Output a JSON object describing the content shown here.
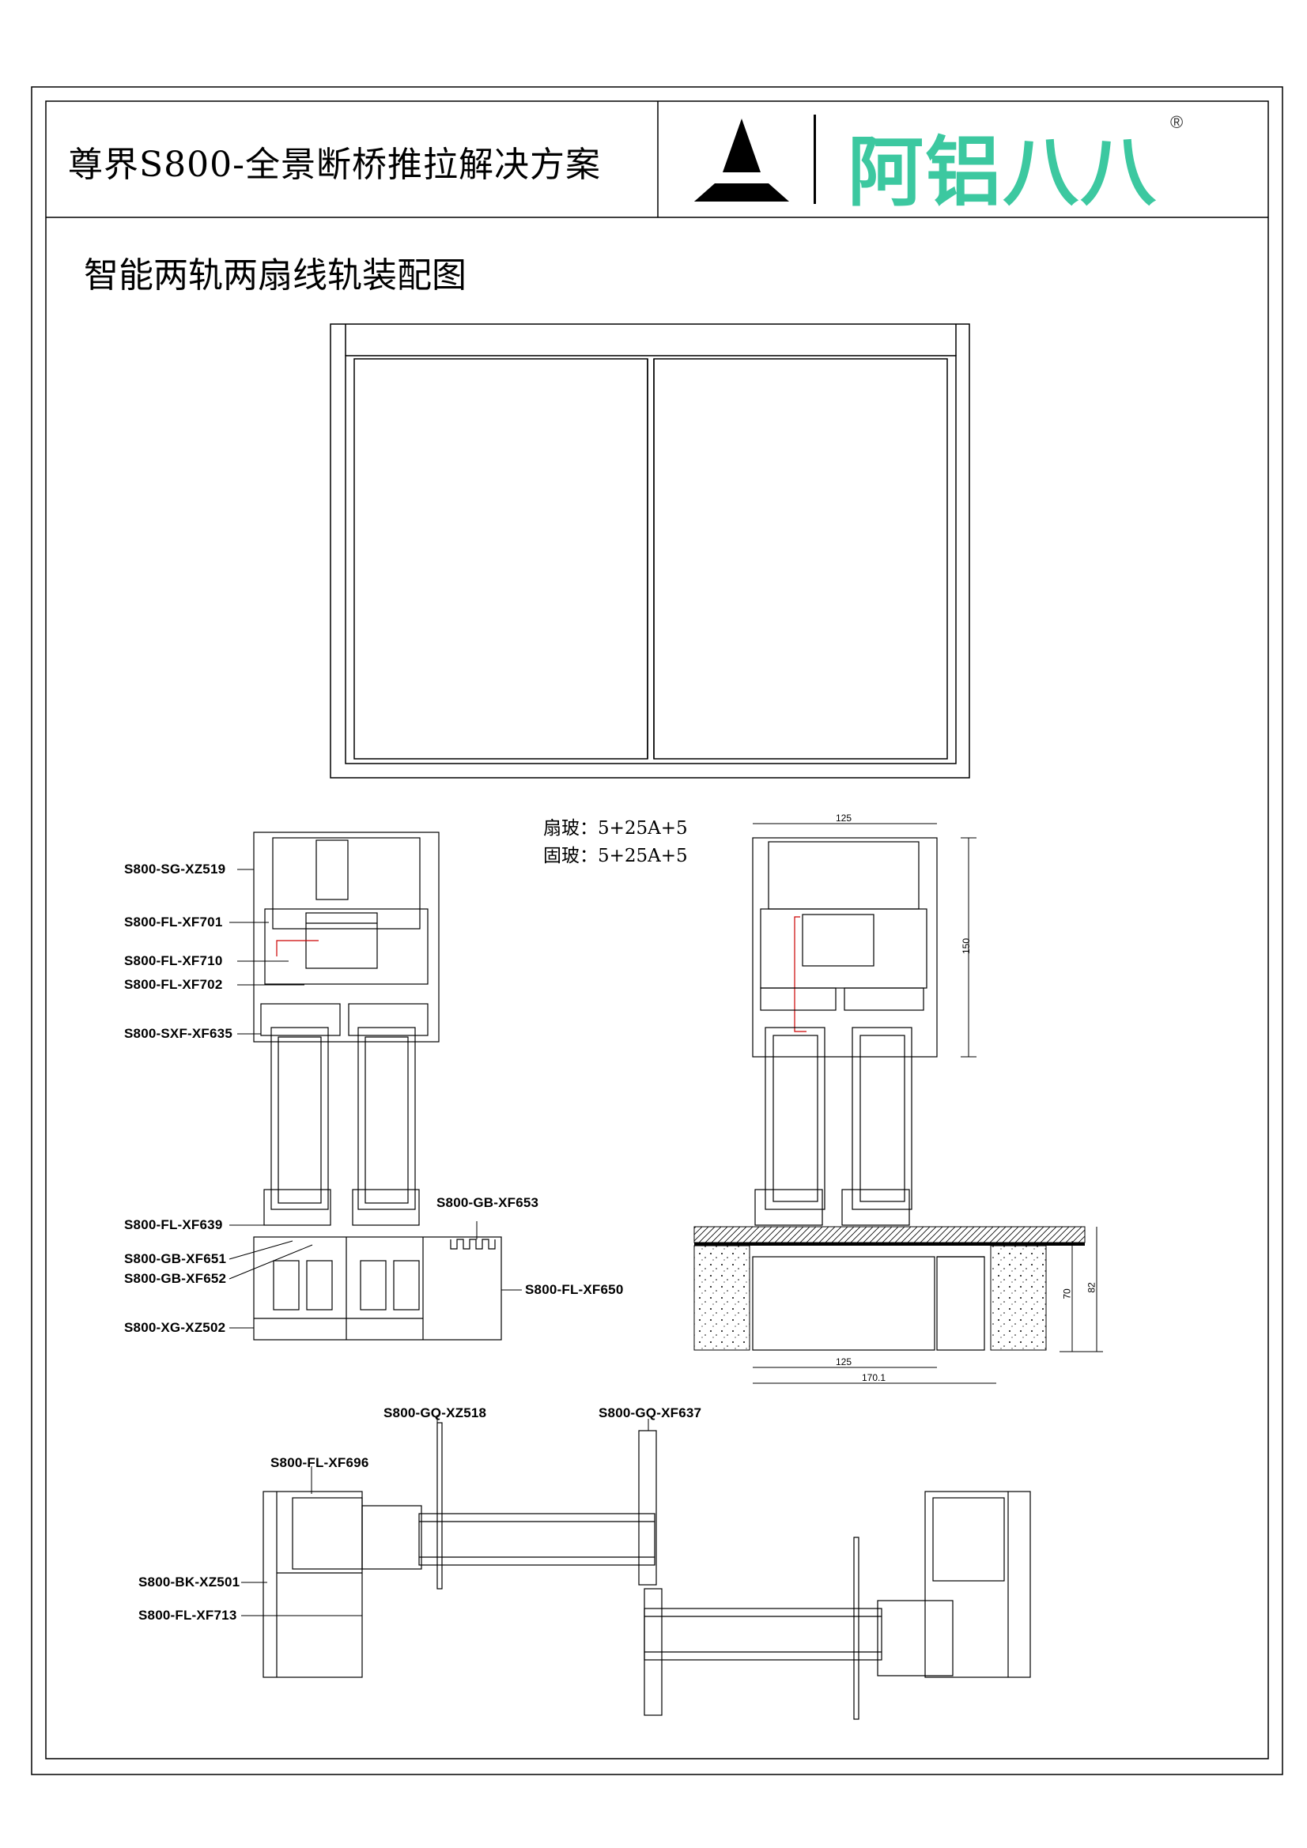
{
  "header": {
    "title": "尊界S800-全景断桥推拉解决方案",
    "brand_name": "阿铝八八",
    "registered_mark": "®",
    "brand_color": "#3cc8a0"
  },
  "drawing_title": "智能两轨两扇线轨装配图",
  "glass_spec": {
    "sash": "扇玻：5+25A+5",
    "fixed": "固玻：5+25A+5"
  },
  "vertical_section_labels": [
    "S800-SG-XZ519",
    "S800-FL-XF701",
    "S800-FL-XF710",
    "S800-FL-XF702",
    "S800-SXF-XF635",
    "S800-FL-XF639",
    "S800-GB-XF651",
    "S800-GB-XF652",
    "S800-XG-XZ502",
    "S800-GB-XF653",
    "S800-FL-XF650"
  ],
  "dimensions": {
    "top_width": "125",
    "height": "150",
    "sill_70": "70",
    "sill_82": "82",
    "bottom_width": "125",
    "overall_width": "170.1"
  },
  "plan_section_labels": [
    "S800-GQ-XZ518",
    "S800-GQ-XF637",
    "S800-FL-XF696",
    "S800-BK-XZ501",
    "S800-FL-XF713"
  ]
}
